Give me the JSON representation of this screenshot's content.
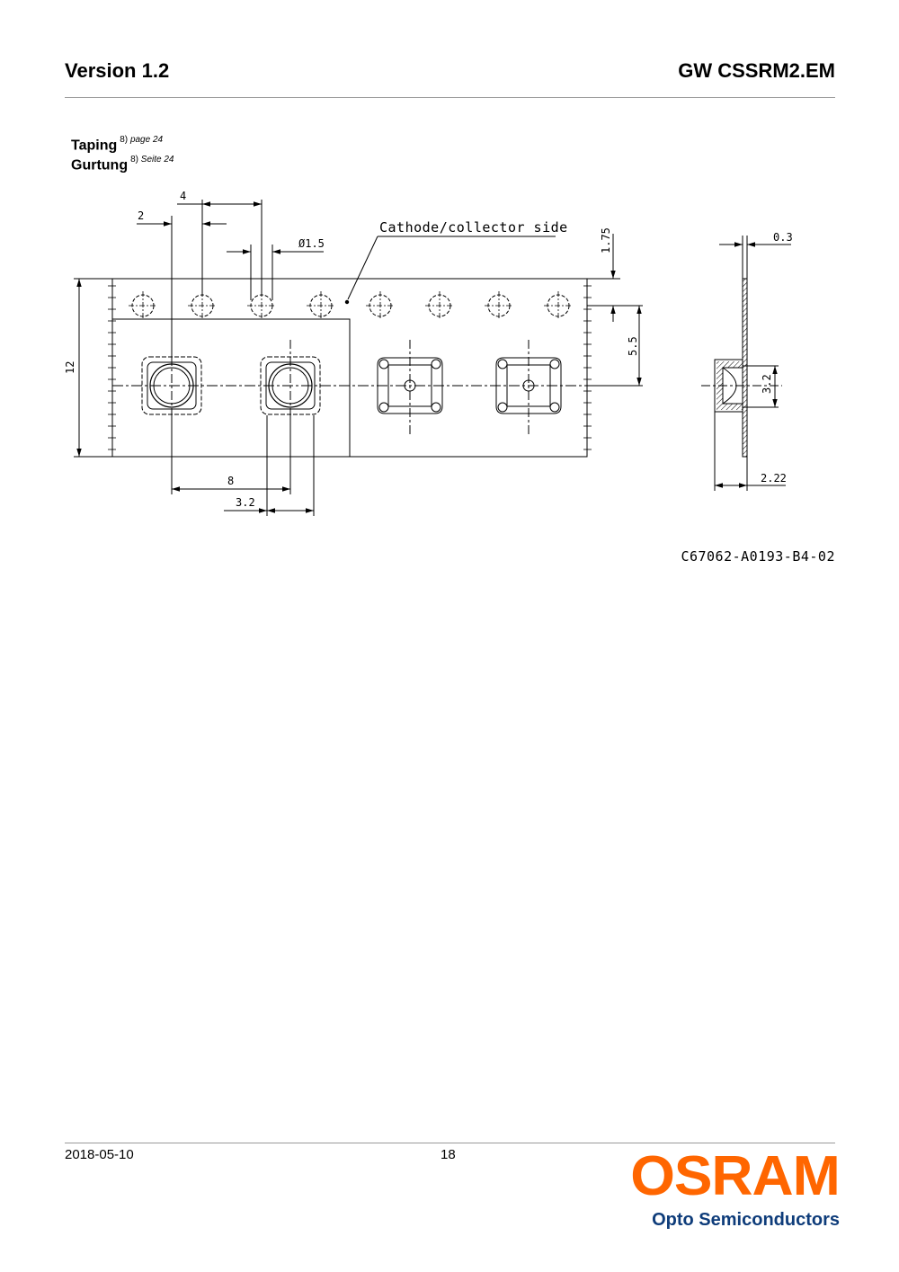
{
  "header": {
    "version": "Version 1.2",
    "product": "GW CSSRM2.EM"
  },
  "section": {
    "title_en": "Taping",
    "ref_en_num": "8)",
    "ref_en_text": "page 24",
    "title_de": "Gurtung",
    "ref_de_num": "8)",
    "ref_de_text": "Seite 24"
  },
  "drawing": {
    "dim_4": "4",
    "dim_2": "2",
    "dim_hole_dia": "Ø1.5",
    "cathode_label": "Cathode/collector side",
    "dim_175": "1.75",
    "dim_12": "12",
    "dim_55": "5.5",
    "dim_8": "8",
    "dim_32": "3.2",
    "dim_03": "0.3",
    "dim_32_side": "3.2",
    "dim_222": "2.22",
    "drawing_id": "C67062-A0193-B4-02"
  },
  "footer": {
    "date": "2018-05-10",
    "page": "18",
    "brand": "OSRAM",
    "brand_sub": "Opto Semiconductors"
  },
  "colors": {
    "brand_orange": "#ff6600",
    "brand_blue": "#0e3c7a"
  }
}
